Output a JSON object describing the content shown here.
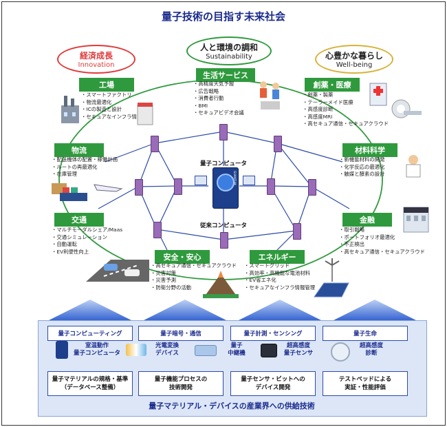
{
  "title": "量子技術の目指す未来社会",
  "ovals": {
    "economy": {
      "ja": "経済成長",
      "en": "Innovation",
      "color": "#e03a3a"
    },
    "env": {
      "ja": "人と環境の調和",
      "en": "Sustainability",
      "color": "#2f9a3d"
    },
    "wellbeing": {
      "ja": "心豊かな暮らし",
      "en": "Well-being",
      "color": "#d8b23a"
    }
  },
  "areas": {
    "factory": {
      "label": "工場",
      "items": [
        "スマートファクトリ",
        "物流最適化",
        "ICの製造と設計",
        "セキュアなインフラ情報管理"
      ]
    },
    "life": {
      "label": "生活サービス",
      "items": [
        "高精度天気予報",
        "広告戦略",
        "消費者行動",
        "BMI",
        "セキュアビデオ会議"
      ]
    },
    "pharma": {
      "label": "創薬・医療",
      "items": [
        "創薬・製薬",
        "テーラーメイド医療",
        "高感度診断",
        "高感度MRI",
        "高セキュア通信・セキュアクラウド"
      ]
    },
    "logistics": {
      "label": "物流",
      "items": [
        "配送機体の配置・稼働計画",
        "ルートの再最適化",
        "在庫管理"
      ]
    },
    "materials": {
      "label": "材料科学",
      "items": [
        "新機能材料の開発",
        "化学反応の最適化",
        "触媒と酵素の設計"
      ]
    },
    "transport": {
      "label": "交通",
      "items": [
        "マルチモーダルシェア/Maas",
        "交通シミュレーション",
        "自動運転",
        "EV利便性向上"
      ]
    },
    "finance": {
      "label": "金融",
      "items": [
        "取引戦略",
        "ポートフォリオ最適化",
        "不正検出",
        "高セキュア通信・セキュアクラウド"
      ]
    },
    "safety": {
      "label": "安全・安心",
      "items": [
        "高セキュア通信・セキュアクラウド",
        "災害対策",
        "災害予測",
        "防衛分野の活動"
      ]
    },
    "energy": {
      "label": "エネルギー",
      "items": [
        "スマートグリッド",
        "高効率・高機能な電池材料",
        "EV省エネ化",
        "セキュアなインフラ情報管理"
      ]
    }
  },
  "center": {
    "quantum_computer": "量子コンピュータ",
    "classical_computer": "従来コンピュータ",
    "device_text": "GUANTUM"
  },
  "tabs": [
    "量子コンピューティング",
    "量子暗号・通信",
    "量子計測・センシング",
    "量子生命"
  ],
  "devices": [
    {
      "l1": "室温動作",
      "l2": "量子コンピュータ"
    },
    {
      "l1": "光電変換",
      "l2": "デバイス"
    },
    {
      "l1": "量子",
      "l2": "中継機"
    },
    {
      "l1": "超高感度",
      "l2": "量子センサ"
    },
    {
      "l1": "超高感度",
      "l2": "診断"
    }
  ],
  "supply": {
    "items": [
      {
        "l1": "量子マテリアルの規格・基準",
        "l2": "（データベース整備）"
      },
      {
        "l1": "量子機能プロセスの",
        "l2": "技術開発"
      },
      {
        "l1": "量子センサ・ビットへの",
        "l2": "デバイス開発"
      },
      {
        "l1": "テストベッドによる",
        "l2": "実証・性能評価"
      }
    ],
    "caption": "量子マテリアル・デバイスの産業界への供給技術"
  },
  "colors": {
    "green": "#2f9a3d",
    "purple": "#9a6bb8",
    "blue": "#2b4aa8",
    "light_blue": "#dce6f7",
    "arrow_blue": "#2f5fd0"
  }
}
